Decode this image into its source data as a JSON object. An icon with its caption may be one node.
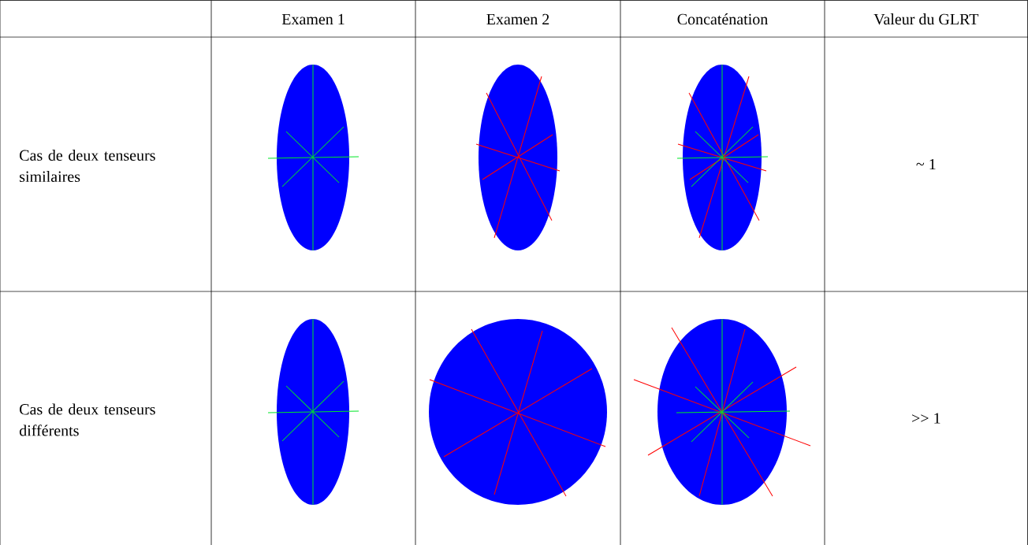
{
  "diagram": {
    "labels": [
      "Examen 1",
      "Examen 2",
      "Concaténation",
      "Valeur du GLRT",
      "Cas de deux tenseurs similaires",
      "~ 1",
      "Cas de deux tenseurs différents",
      ">> 1"
    ]
  }
}
